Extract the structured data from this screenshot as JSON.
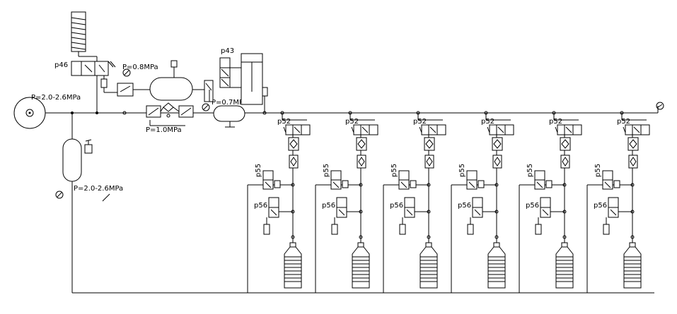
{
  "labels": {
    "pressure_main": "P=2.0-2.6MPa",
    "pressure_accum": "P=2.0-2.6MPa",
    "pressure_08": "P=0.8MPa",
    "pressure_10": "P=1.0MPa",
    "pressure_07": "P=0.7MPa",
    "valve_p46": "p46",
    "valve_p43": "p43"
  },
  "stations": [
    {
      "p52": "p52",
      "p55": "p55",
      "p56": "p56"
    },
    {
      "p52": "p52",
      "p55": "p55",
      "p56": "p56"
    },
    {
      "p52": "p52",
      "p55": "p55",
      "p56": "p56"
    },
    {
      "p52": "p52",
      "p55": "p55",
      "p56": "p56"
    },
    {
      "p52": "p52",
      "p55": "p55",
      "p56": "p56"
    },
    {
      "p52": "p52",
      "p55": "p55",
      "p56": "p56"
    }
  ],
  "icons": {
    "compressor": "compressor-icon",
    "receiver_tank": "air-receiver-icon",
    "gauge": "pressure-gauge-icon",
    "bottle": "bottle-icon",
    "solenoid_valve": "solenoid-valve-icon",
    "check_valve": "check-valve-icon",
    "silencer": "silencer-icon"
  },
  "colors": {
    "line": "#000000",
    "background": "#ffffff"
  }
}
